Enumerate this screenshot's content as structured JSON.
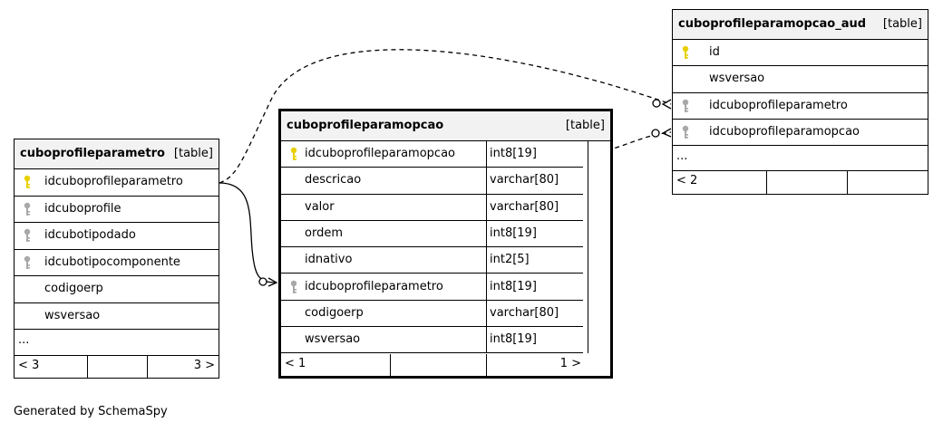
{
  "tables": {
    "parametro": {
      "name": "cuboprofileparametro",
      "kind": "[table]",
      "columns": [
        {
          "name": "idcuboprofileparametro",
          "key": "primary"
        },
        {
          "name": "idcuboprofile",
          "key": "foreign"
        },
        {
          "name": "idcubotipodado",
          "key": "foreign"
        },
        {
          "name": "idcubotipocomponente",
          "key": "foreign"
        },
        {
          "name": "codigoerp",
          "key": "none"
        },
        {
          "name": "wsversao",
          "key": "none"
        }
      ],
      "more": "...",
      "footer": {
        "left": "< 3",
        "right": "3 >"
      }
    },
    "opcao": {
      "name": "cuboprofileparamopcao",
      "kind": "[table]",
      "columns": [
        {
          "name": "idcuboprofileparamopcao",
          "type": "int8[19]",
          "key": "primary"
        },
        {
          "name": "descricao",
          "type": "varchar[80]",
          "key": "none"
        },
        {
          "name": "valor",
          "type": "varchar[80]",
          "key": "none"
        },
        {
          "name": "ordem",
          "type": "int8[19]",
          "key": "none"
        },
        {
          "name": "idnativo",
          "type": "int2[5]",
          "key": "none"
        },
        {
          "name": "idcuboprofileparametro",
          "type": "int8[19]",
          "key": "foreign"
        },
        {
          "name": "codigoerp",
          "type": "varchar[80]",
          "key": "none"
        },
        {
          "name": "wsversao",
          "type": "int8[19]",
          "key": "none"
        }
      ],
      "footer": {
        "left": "< 1",
        "right": "1 >"
      }
    },
    "aud": {
      "name": "cuboprofileparamopcao_aud",
      "kind": "[table]",
      "columns": [
        {
          "name": "id",
          "key": "primary"
        },
        {
          "name": "wsversao",
          "key": "none"
        },
        {
          "name": "idcuboprofileparametro",
          "key": "foreign"
        },
        {
          "name": "idcuboprofileparamopcao",
          "key": "foreign"
        }
      ],
      "more": "...",
      "footer": {
        "left": "< 2"
      }
    }
  },
  "caption": "Generated by SchemaSpy",
  "colors": {
    "primary_key": "#e8d000",
    "foreign_key": "#a8a8a8",
    "header_bg": "#f2f2f2",
    "line": "#000000"
  }
}
